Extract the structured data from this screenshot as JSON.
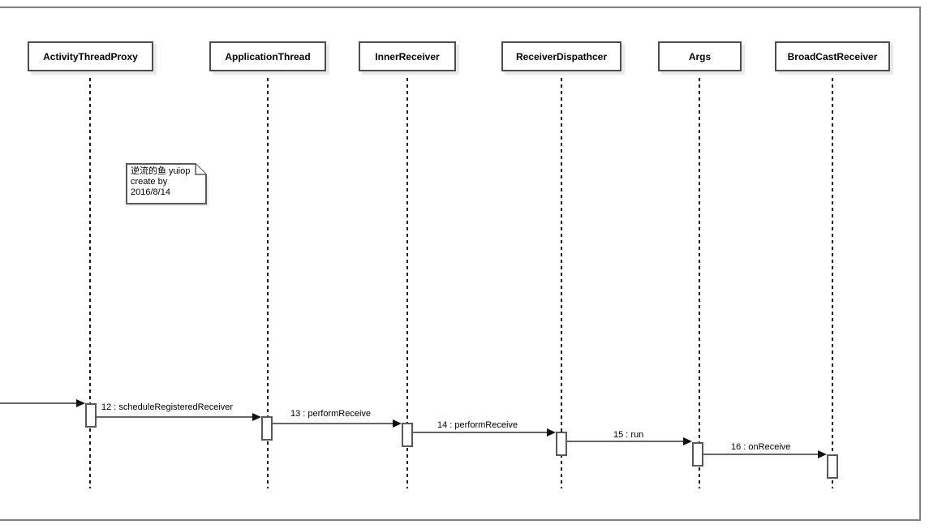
{
  "diagram": {
    "type": "uml-sequence-diagram",
    "participants": [
      {
        "name": "ActivityThreadProxy"
      },
      {
        "name": "ApplicationThread"
      },
      {
        "name": "InnerReceiver"
      },
      {
        "name": "ReceiverDispathcer"
      },
      {
        "name": "Args"
      },
      {
        "name": "BroadCastReceiver"
      }
    ],
    "note": {
      "line1": "逆流的鱼 yuiop",
      "line2": "create by",
      "line3": "2016/8/14"
    },
    "messages": [
      {
        "label": "12 : scheduleRegisteredReceiver"
      },
      {
        "label": "13 : performReceive"
      },
      {
        "label": "14 : performReceive"
      },
      {
        "label": "15 : run"
      },
      {
        "label": "16 : onReceive"
      }
    ],
    "colors": {
      "background": "#ffffff",
      "frame_border": "#7f7f7f",
      "participant_border": "#4d4d4d",
      "participant_shadow": "#e9e9e9",
      "lifeline": "#1a1a1a",
      "arrow_line": "#666666",
      "arrowhead": "#111111",
      "activation_border": "#595959",
      "text": "#000000"
    }
  }
}
